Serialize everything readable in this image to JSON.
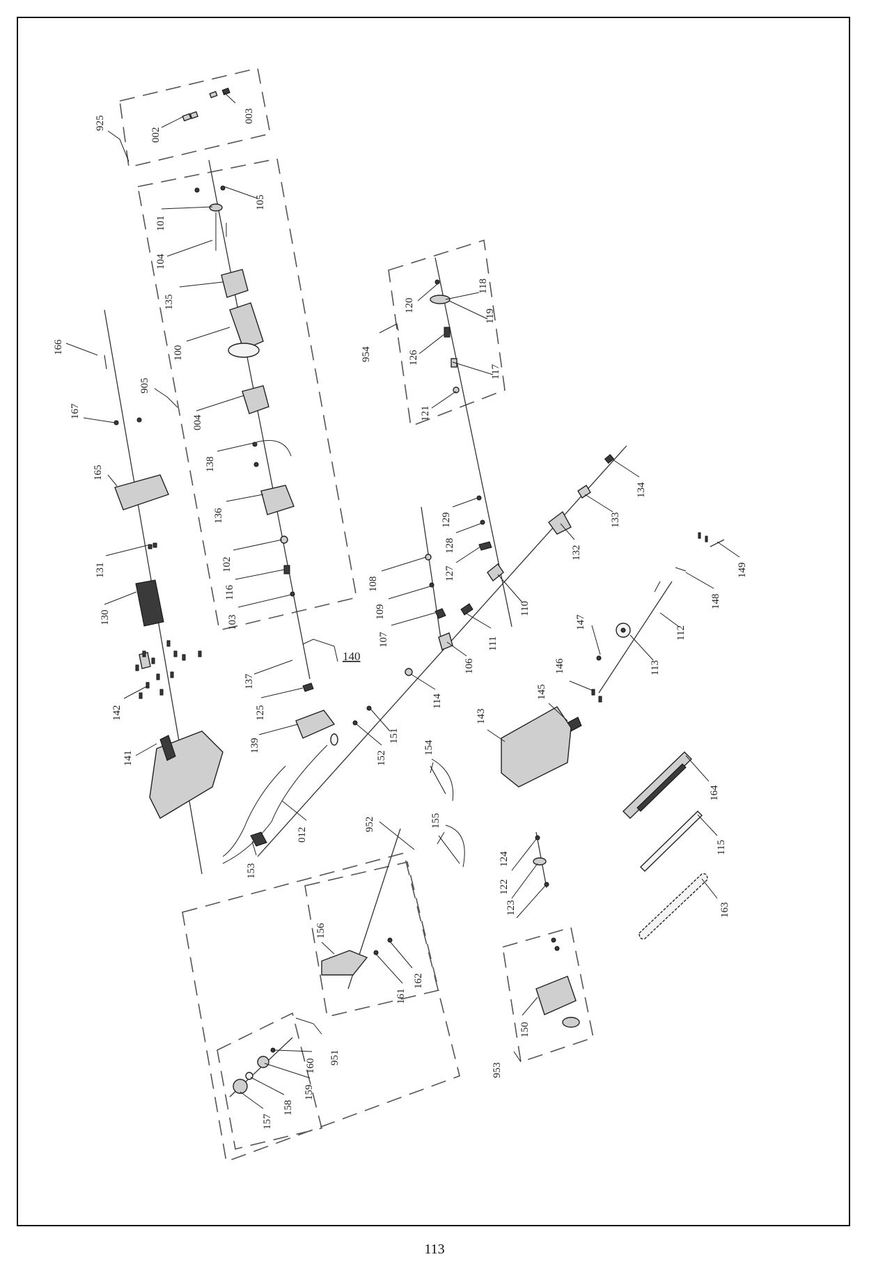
{
  "page": {
    "number": "113"
  },
  "diagram": {
    "groups": [
      {
        "id": "925",
        "label": "925"
      },
      {
        "id": "905",
        "label": "905"
      },
      {
        "id": "954",
        "label": "954"
      },
      {
        "id": "952",
        "label": "952"
      },
      {
        "id": "951",
        "label": "951"
      },
      {
        "id": "953",
        "label": "953"
      }
    ],
    "parts": [
      "002",
      "003",
      "101",
      "105",
      "104",
      "135",
      "100",
      "004",
      "138",
      "136",
      "102",
      "116",
      "103",
      "166",
      "167",
      "165",
      "131",
      "130",
      "142",
      "141",
      "137",
      "140",
      "125",
      "139",
      "012",
      "153",
      "120",
      "118",
      "119",
      "126",
      "117",
      "121",
      "129",
      "128",
      "127",
      "108",
      "109",
      "107",
      "106",
      "114",
      "151",
      "152",
      "110",
      "111",
      "132",
      "133",
      "134",
      "149",
      "148",
      "112",
      "113",
      "147",
      "146",
      "145",
      "143",
      "154",
      "155",
      "124",
      "122",
      "123",
      "164",
      "115",
      "163",
      "156",
      "161",
      "162",
      "160",
      "159",
      "158",
      "157",
      "150"
    ]
  }
}
